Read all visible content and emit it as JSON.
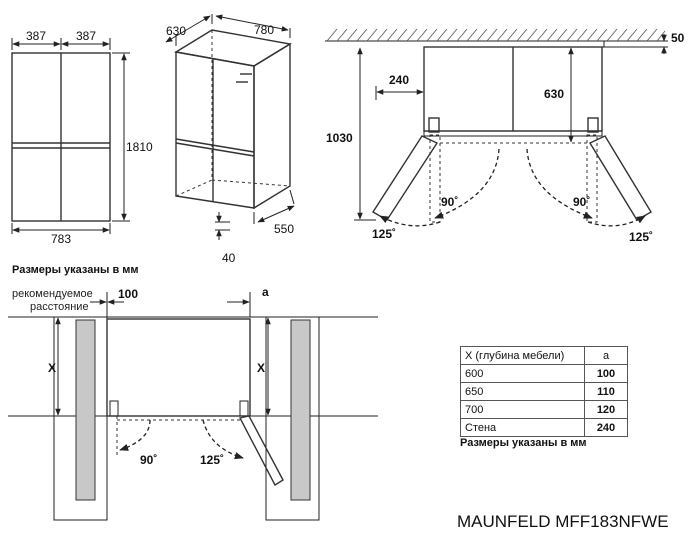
{
  "front_view": {
    "width_left": "387",
    "width_right": "387",
    "height": "1810",
    "total_width": "783"
  },
  "iso_view": {
    "depth": "630",
    "width": "780",
    "base_depth": "550",
    "clearance": "40"
  },
  "top_view": {
    "wall_gap": "50",
    "side_offset": "240",
    "depth_dim": "630",
    "open_depth": "1030",
    "angle_left": "90˚",
    "angle_right": "90˚",
    "angle_max_left": "125˚",
    "angle_max_right": "125˚"
  },
  "note_top": "Размеры указаны в мм",
  "install_view": {
    "recommended_label_line1": "рекомендуемое",
    "recommended_label_line2": "расстояние",
    "gap_value": "100",
    "gap_var": "a",
    "x_left": "X",
    "x_right": "X",
    "angle_90": "90˚",
    "angle_125": "125˚"
  },
  "table": {
    "header_depth": "X (глубина мебели)",
    "header_a": "a",
    "rows": [
      {
        "depth": "600",
        "a": "100"
      },
      {
        "depth": "650",
        "a": "110"
      },
      {
        "depth": "700",
        "a": "120"
      },
      {
        "depth": "Стена",
        "a": "240"
      }
    ],
    "note": "Размеры указаны в мм"
  },
  "model": "MAUNFELD MFF183NFWE"
}
